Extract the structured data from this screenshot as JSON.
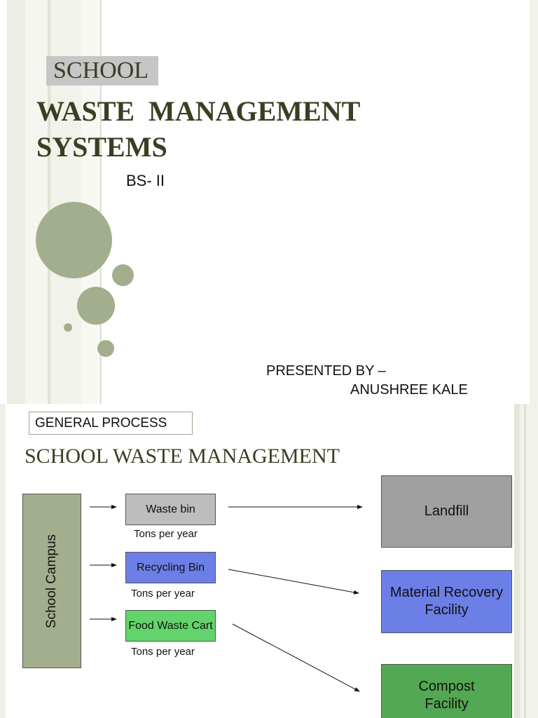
{
  "slide1": {
    "label": "SCHOOL",
    "title_line1": "WASTE  MANAGEMENT",
    "title_line2": "SYSTEMS",
    "subtitle": "BS- II",
    "presented_by": "PRESENTED BY –",
    "presenter": "ANUSHREE KALE"
  },
  "slide2": {
    "header_box": "GENERAL PROCESS",
    "title": "SCHOOL WASTE MANAGEMENT",
    "source": "School Campus",
    "bins": [
      {
        "label": "Waste bin",
        "caption": "Tons per year"
      },
      {
        "label": "Recycling Bin",
        "caption": "Tons per year"
      },
      {
        "label": "Food Waste Cart",
        "caption": "Tons per year"
      }
    ],
    "destinations": [
      {
        "label": "Landfill"
      },
      {
        "label": "Material Recovery Facility"
      },
      {
        "label": "Compost Facility"
      }
    ]
  },
  "colors": {
    "title_text": "#3b3e22",
    "circle": "#a3ae8e",
    "campus_box": "#a3ae8e",
    "waste_bin": "#bdbdbd",
    "landfill": "#a0a0a0",
    "recycling": "#6b7fe6",
    "food_waste": "#63d46b",
    "compost": "#53a853"
  }
}
